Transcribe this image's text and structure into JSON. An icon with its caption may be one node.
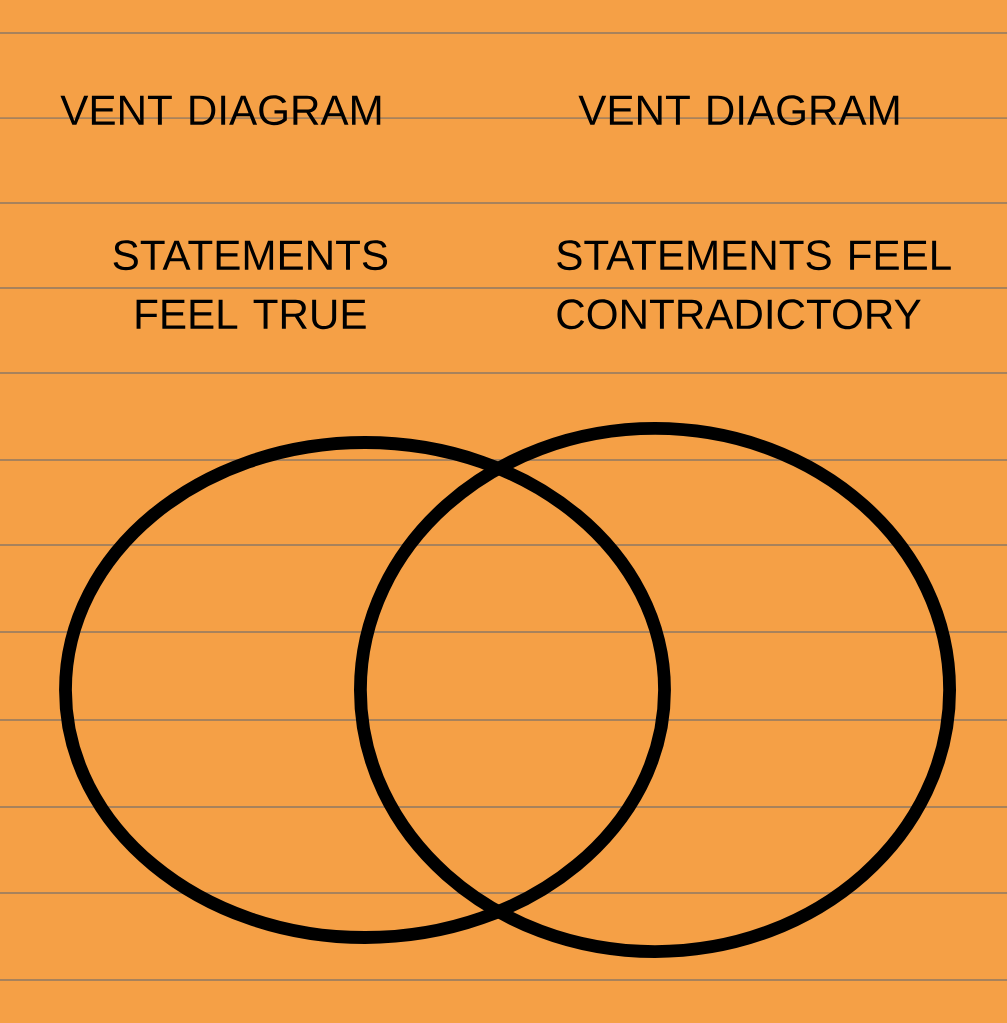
{
  "diagram": {
    "nodes": [
      {
        "text": [],
        "shape": "circle"
      },
      {
        "text": [],
        "shape": "circle"
      }
    ],
    "edges": [],
    "labels": [
      "VENT DIAGRAM",
      "VENT DIAGRAM",
      "STATEMENTS FEEL TRUE",
      "STATEMENTS FEEL CONTRADICTORY"
    ]
  }
}
